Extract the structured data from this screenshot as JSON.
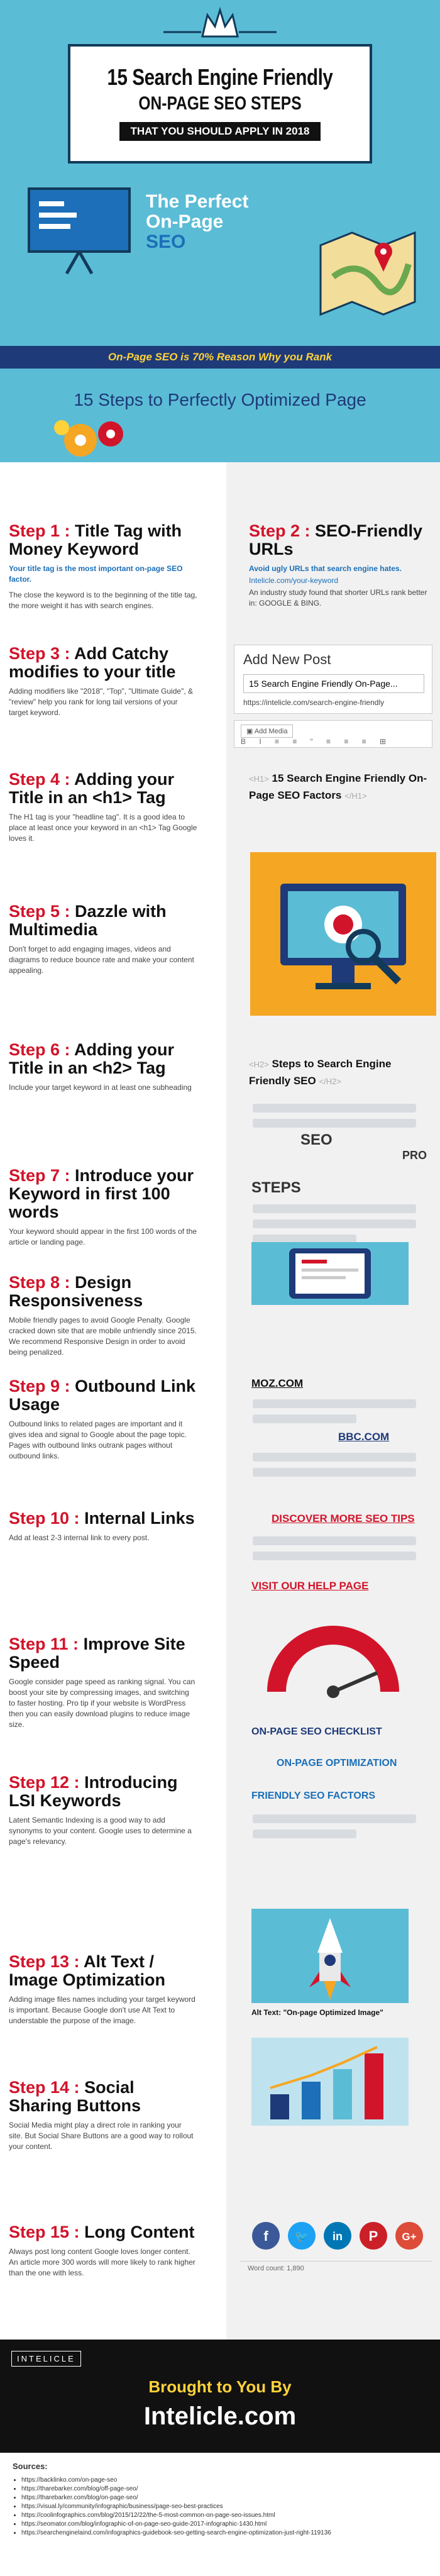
{
  "header": {
    "title_line1": "15 Search Engine Friendly",
    "title_line2": "ON-PAGE SEO STEPS",
    "title_line3": "THAT YOU SHOULD APPLY IN 2018",
    "perfect_1": "The Perfect",
    "perfect_2": "On-Page",
    "perfect_3": "SEO",
    "banner": "On-Page SEO is 70% Reason Why you Rank",
    "steps_title": "15 Steps to Perfectly Optimized Page"
  },
  "steps": [
    {
      "num": "Step 1 :",
      "title": "Title Tag with Money Keyword",
      "p1": "Your title tag is the most important on-page SEO factor.",
      "p2": "The close the keyword is to the beginning of the title tag, the more weight it has with search engines."
    },
    {
      "num": "Step 2 :",
      "title": "SEO-Friendly URLs",
      "p1": "Avoid ugly URLs that search engine hates.",
      "p2": "Intelicle.com/your-keyword",
      "p3": "An industry study found that shorter URLs rank better in: GOOGLE & BING."
    },
    {
      "num": "Step 3 :",
      "title": "Add Catchy modifies to your title",
      "p1": "Adding modifiers like \"2018\", \"Top\", \"Ultimate Guide\", & \"review\" help you rank for long tail versions of your target keyword."
    },
    {
      "num": "Step 4 :",
      "title": "Adding your Title in an <h1> Tag",
      "p1": "The H1 tag is your \"headline tag\". It is a good idea to place at least once your keyword in an <h1> Tag Google loves it."
    },
    {
      "num": "Step 5 :",
      "title": "Dazzle with Multimedia",
      "p1": "Don't forget to add engaging images, videos and diagrams to reduce bounce rate and make your content appealing."
    },
    {
      "num": "Step 6 :",
      "title": "Adding your Title in an <h2> Tag",
      "p1": "Include your target keyword in at least one subheading"
    },
    {
      "num": "Step 7 :",
      "title": "Introduce your Keyword in first 100 words",
      "p1": "Your keyword should appear in the first 100 words of the article or landing page."
    },
    {
      "num": "Step 8 :",
      "title": "Design Responsiveness",
      "p1": "Mobile friendly pages to avoid Google Penalty. Google cracked down site that are mobile unfriendly since 2015. We recommend Responsive Design in order to avoid being penalized."
    },
    {
      "num": "Step 9 :",
      "title": "Outbound Link Usage",
      "p1": "Outbound links to related pages are important and it gives idea and signal to Google about the page topic. Pages with outbound links outrank pages without outbound links."
    },
    {
      "num": "Step 10 :",
      "title": "Internal Links",
      "p1": "Add at least 2-3 internal link to every post."
    },
    {
      "num": "Step 11 :",
      "title": "Improve Site Speed",
      "p1": "Google consider page speed as ranking signal. You can boost your site by compressing images, and switching to faster hosting. Pro tip if your website is WordPress then you can easily download plugins to reduce image size."
    },
    {
      "num": "Step 12 :",
      "title": "Introducing LSI Keywords",
      "p1": "Latent Semantic Indexing is a good way to add synonyms to your content. Google uses to determine a page's relevancy."
    },
    {
      "num": "Step 13 :",
      "title": "Alt Text / Image Optimization",
      "p1": "Adding image files names including your target keyword is important. Because Google don't use Alt Text to understable the purpose of the image."
    },
    {
      "num": "Step 14 :",
      "title": "Social Sharing Buttons",
      "p1": "Social Media might play a direct role in ranking your site. But Social Share Buttons are a good way to rollout your content."
    },
    {
      "num": "Step 15 :",
      "title": "Long Content",
      "p1": "Always post long content Google loves longer content. An article more 300 words will more likely to rank higher than the one with less."
    }
  ],
  "editor": {
    "heading": "Add New Post",
    "title_value": "15 Search Engine Friendly On-Page...",
    "permalink": "https://intelicle.com/search-engine-friendly",
    "add_media": "Add Media",
    "h1_text": "15 Search Engine Friendly On-Page SEO Factors",
    "h1_tag_open": "<H1>",
    "h1_tag_close": "</H1>",
    "h2_text": "Steps to Search Engine Friendly SEO",
    "h2_tag_open": "<H2>",
    "h2_tag_close": "</H2>",
    "word_seo": "SEO",
    "word_pro": "PRO",
    "word_steps": "STEPS",
    "moz": "MOZ.COM",
    "bbc": "BBC.COM",
    "discover": "DISCOVER MORE SEO TIPS",
    "visit": "VISIT OUR HELP PAGE",
    "lsi1": "ON-PAGE SEO CHECKLIST",
    "lsi2": "ON-PAGE OPTIMIZATION",
    "lsi3": "FRIENDLY SEO FACTORS",
    "alt_text": "Alt Text: \"On-page Optimized Image\"",
    "word_count": "Word count: 1,890"
  },
  "footer": {
    "logo": "INTELICLE",
    "brought": "Brought to You By",
    "site": "Intelicle.com"
  },
  "sources": {
    "heading": "Sources:",
    "items": [
      "https://backlinko.com/on-page-seo",
      "https://tharebarker.com/blog/off-page-seo/",
      "https://tharebarker.com/blog/on-page-seo/",
      "https://visual.ly/community/infographic/business/page-seo-best-practices",
      "https://coolinfographics.com/blog/2015/12/22/the-5-most-common-on-page-seo-issues.html",
      "https://seomator.com/blog/infographic-of-on-page-seo-guide-2017-infographic-1430.html",
      "https://searchenginelaind.com/infographics-guidebook-seo-getting-search-engine-optimization-just-right-119136"
    ]
  },
  "colors": {
    "hero_bg": "#5bbcd6",
    "accent_red": "#d2142a",
    "accent_blue": "#1c6fb8",
    "navy": "#1e3a78",
    "banner_text": "#ffd23a"
  }
}
